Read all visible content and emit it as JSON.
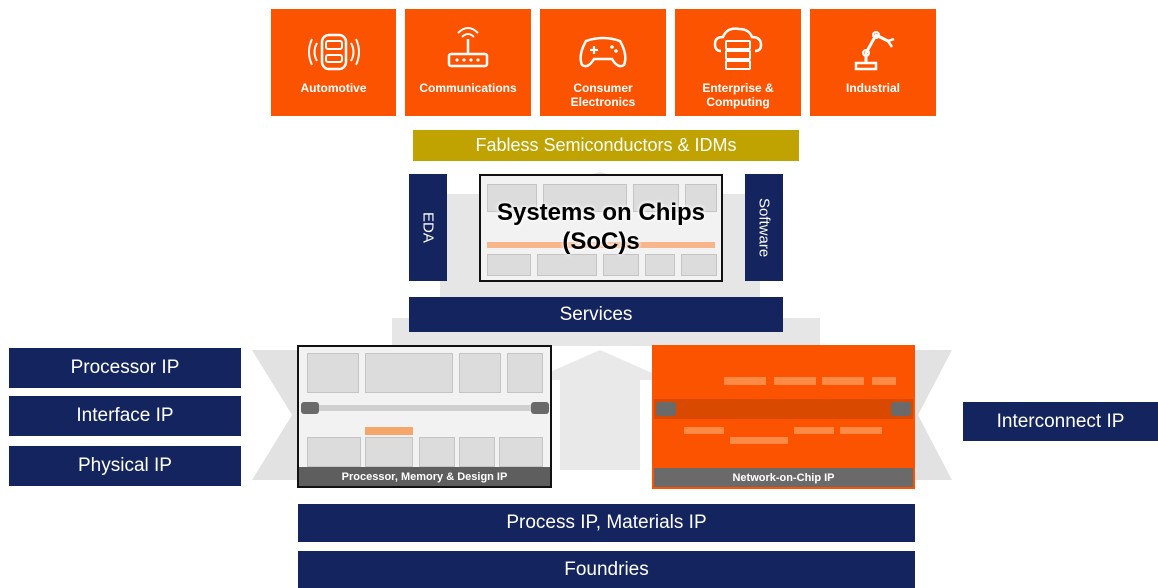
{
  "markets": [
    {
      "label": "Automotive",
      "icon": "car-icon"
    },
    {
      "label": "Communications",
      "icon": "router-icon"
    },
    {
      "label": "Consumer Electronics",
      "icon": "gamepad-icon"
    },
    {
      "label": "Enterprise & Computing",
      "icon": "cloud-server-icon"
    },
    {
      "label": "Industrial",
      "icon": "robot-arm-icon"
    }
  ],
  "fabless": "Fabless Semiconductors & IDMs",
  "eda": "EDA",
  "software": "Software",
  "soc_title": "Systems on Chips (SoC)s",
  "services": "Services",
  "left_ip": [
    "Processor IP",
    "Interface IP",
    "Physical IP"
  ],
  "right_ip": "Interconnect IP",
  "processor_box": "Processor, Memory & Design IP",
  "noc_box": "Network-on-Chip IP",
  "process_ip": "Process IP, Materials IP",
  "foundries": "Foundries",
  "colors": {
    "orange": "#fc5300",
    "navy": "#14245e",
    "gold": "#c0a200",
    "grey_arrow": "#e2e2e2"
  }
}
